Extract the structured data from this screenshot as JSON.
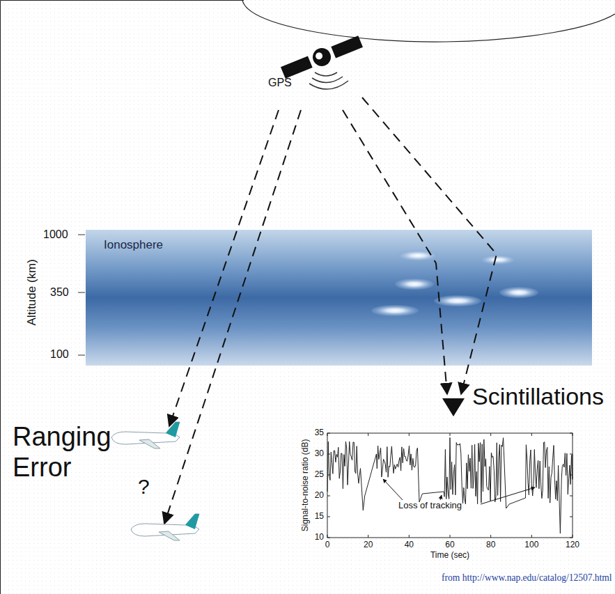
{
  "diagram": {
    "nodes": [
      {
        "text": [
          "Ionosphere"
        ]
      }
    ],
    "labels": [
      "GPS",
      "1000",
      "350",
      "100",
      "Altitude (km)",
      "Ranging Error",
      "?",
      "Scintillations",
      "35",
      "30",
      "25",
      "20",
      "15",
      "10",
      "0",
      "20",
      "40",
      "60",
      "80",
      "100",
      "120",
      "Signal-to-noise ratio (dB)",
      "Time (sec)",
      "Loss of tracking",
      "from http://www.nap.edu/catalog/12507.html"
    ]
  }
}
